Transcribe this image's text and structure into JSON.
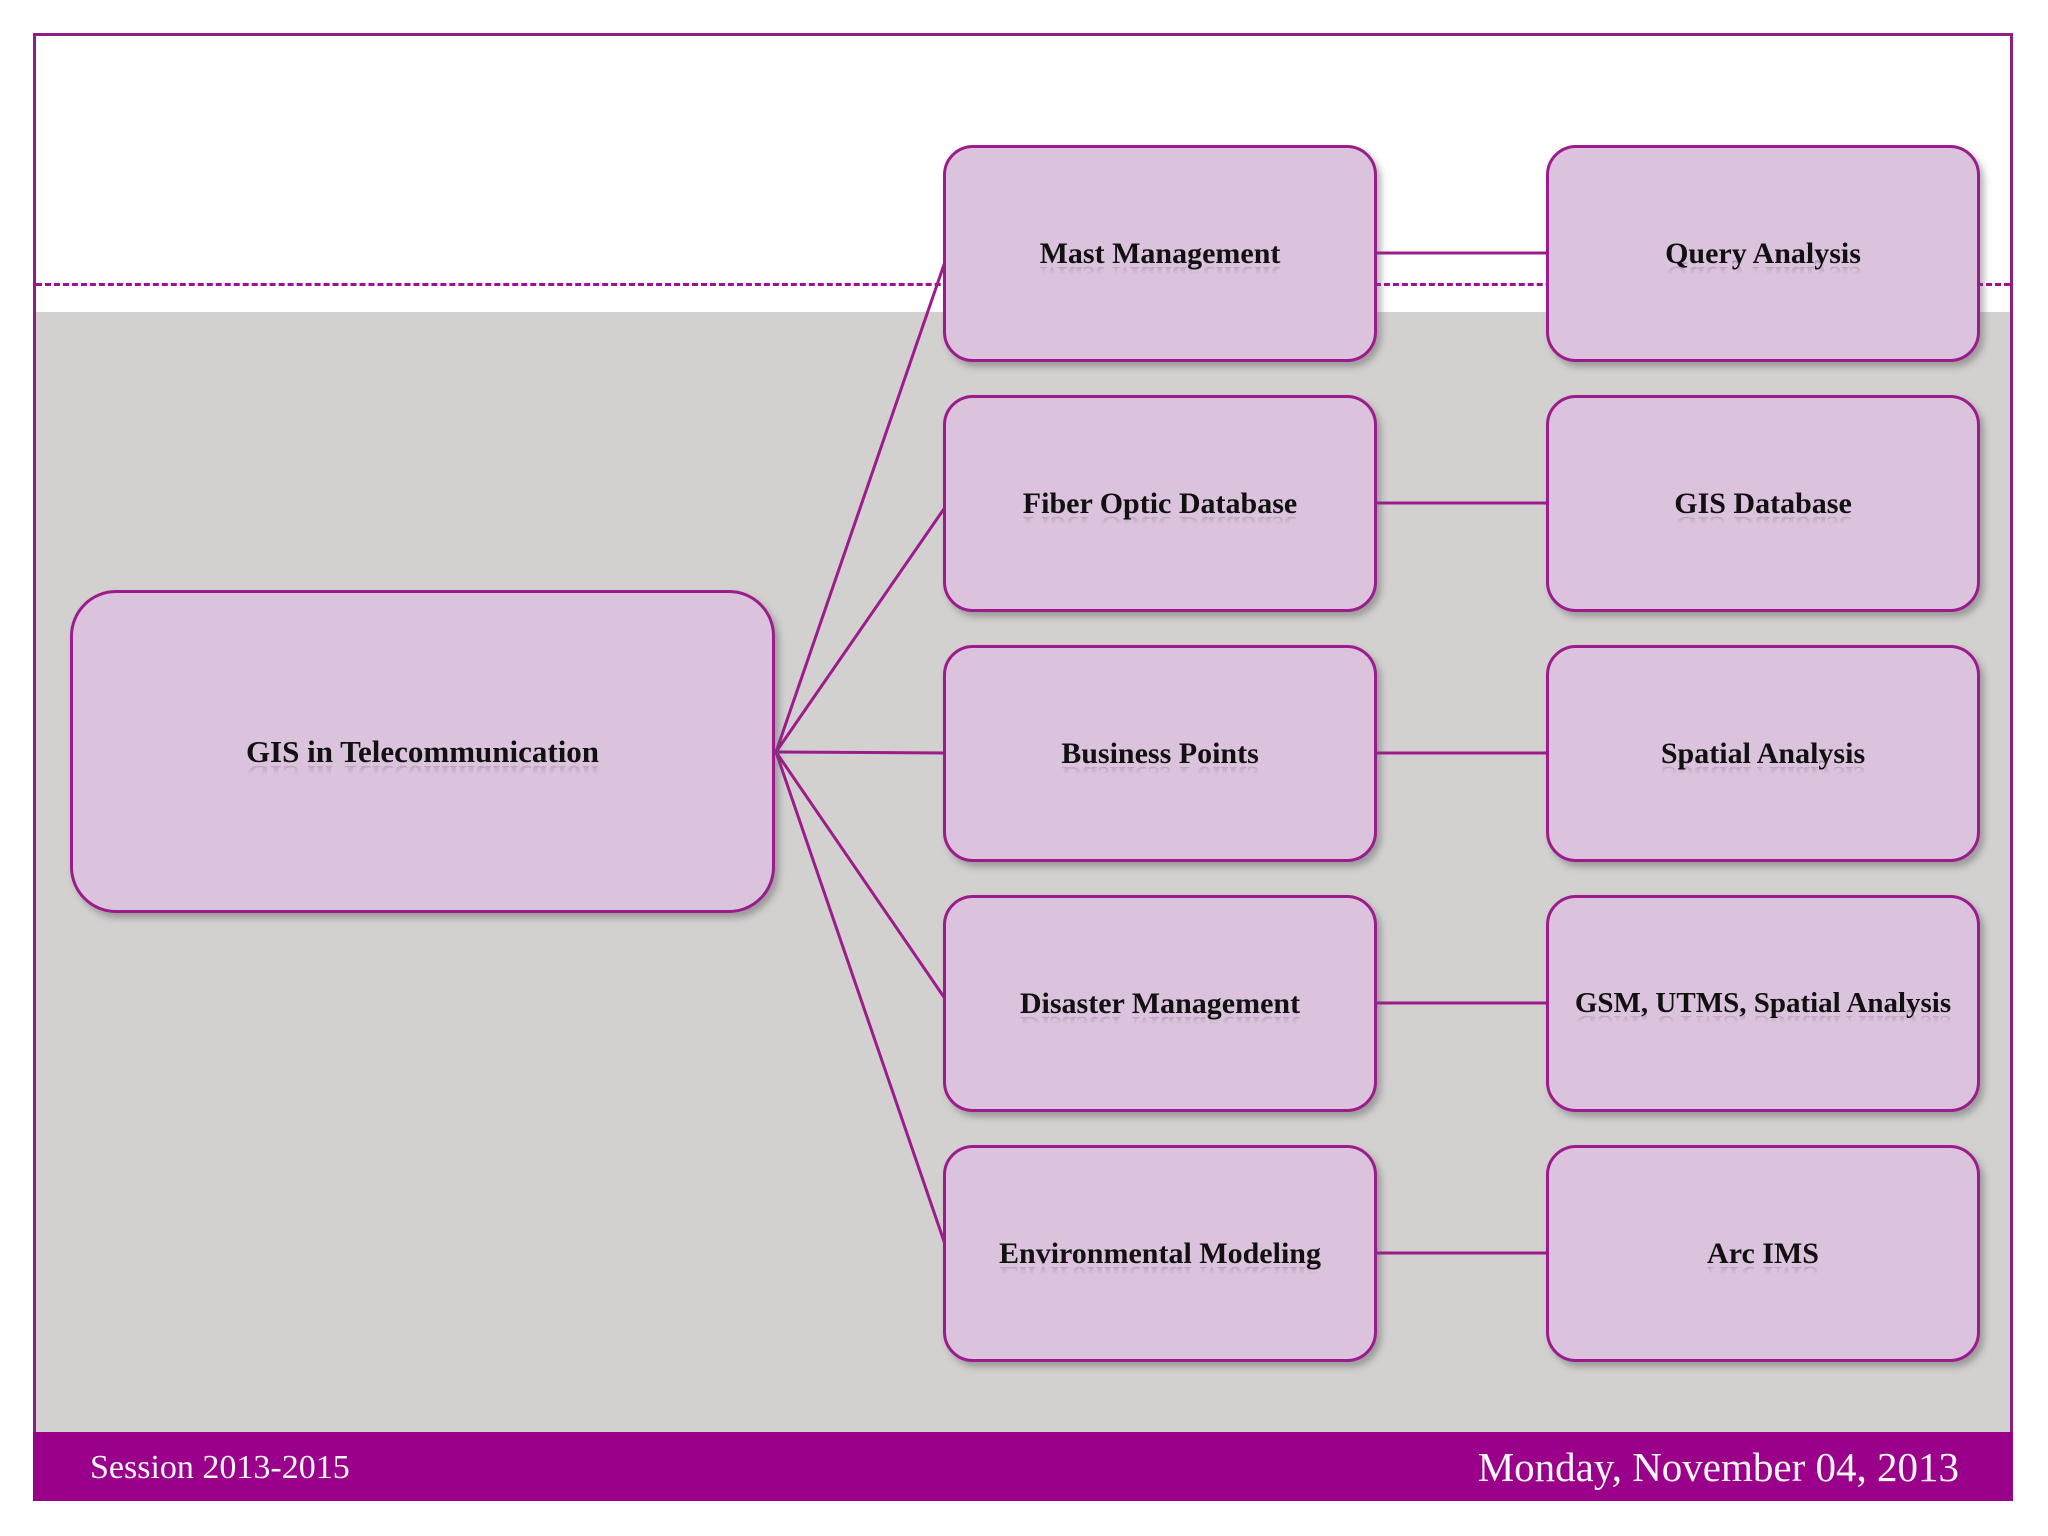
{
  "diagram": {
    "root_label": "GIS in Telecommunication",
    "rows": [
      {
        "middle": "Mast Management",
        "right": "Query Analysis"
      },
      {
        "middle": "Fiber Optic Database",
        "right": "GIS Database"
      },
      {
        "middle": "Business Points",
        "right": "Spatial Analysis"
      },
      {
        "middle": "Disaster Management",
        "right": "GSM, UTMS, Spatial Analysis"
      },
      {
        "middle": "Environmental Modeling",
        "right": "Arc IMS"
      }
    ]
  },
  "footer": {
    "session": "Session 2013-2015",
    "date": "Monday, November 04, 2013"
  },
  "colors": {
    "node_fill": "#DCC3DD",
    "node_border": "#9C1B8D",
    "connector": "#9C1B8D",
    "frame_border": "#8E1D84",
    "dashed_line": "#A01090",
    "content_background": "#D2D1D0",
    "footer_background": "#9A0089",
    "footer_text": "#FDF7FC",
    "node_text": "#111111"
  }
}
